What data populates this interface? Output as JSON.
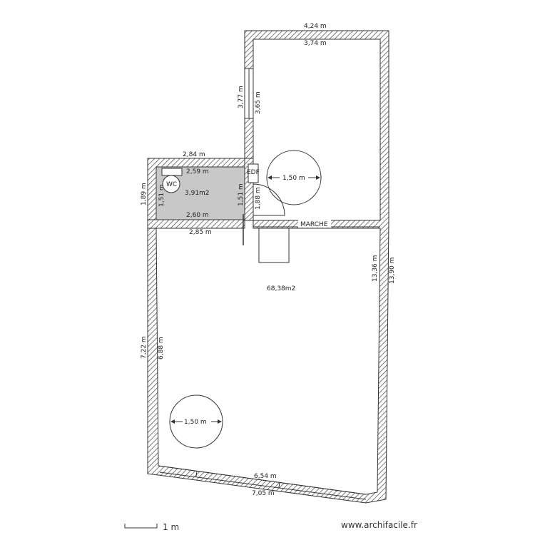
{
  "diagram": {
    "top_room": {
      "outer_width": "4,24 m",
      "inner_width": "3,74 m",
      "circle_label": "1,50 m"
    },
    "window_left": {
      "outer_height": "3,77 m",
      "inner_height": "3,65 m"
    },
    "wc_room": {
      "outer_top_width": "2,84 m",
      "inner_top_width": "2,59 m",
      "inner_bottom_width": "2,60 m",
      "outer_bottom_width": "2,85 m",
      "outer_left_height": "1,89 m",
      "inner_left_height": "1,51 m",
      "inner_right_height": "1,51 m",
      "toilet_label": "WC",
      "area": "3,91m2",
      "fill_color": "#c8c8c8"
    },
    "door": {
      "edf_label": "EDF",
      "height": "1,88 m"
    },
    "step_label": "MARCHE",
    "main_room": {
      "area": "68,38m2",
      "right_inner_height": "13,36 m",
      "right_outer_height": "13,90 m",
      "left_outer_height": "7,22 m",
      "left_inner_height": "6,88 m",
      "bottom_inner_width": "6,54 m",
      "bottom_outer_width": "7,05 m",
      "circle_label": "1,50 m"
    },
    "scale_label": "1 m",
    "watermark": "www.archifacile.fr",
    "wall_color": "#555555"
  }
}
